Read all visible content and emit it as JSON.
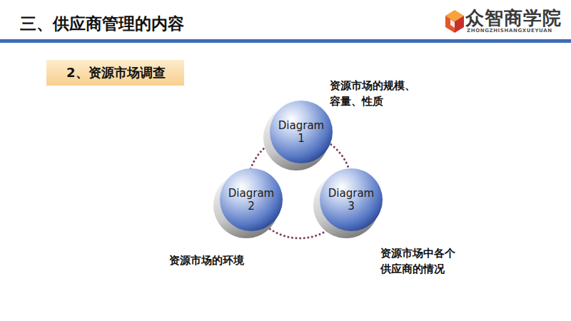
{
  "diagram": {
    "title": "三、供应商管理的内容",
    "nodes": [
      {
        "text": [
          "2、资源市场调查"
        ]
      },
      {
        "text": [
          "Diagram 1",
          "资源市场的规模、容量、性质"
        ]
      },
      {
        "text": [
          "Diagram 2",
          "资源市场的环境"
        ]
      },
      {
        "text": [
          "Diagram 3",
          "资源市场中各个供应商的情况"
        ]
      }
    ],
    "edges": [
      {
        "from": 1,
        "to": 3,
        "arrow": "none"
      },
      {
        "from": 3,
        "to": 2,
        "arrow": "none"
      },
      {
        "from": 2,
        "to": 1,
        "arrow": "none"
      }
    ],
    "labels": [
      "众智商学院",
      "ZHONGZHISHANGXUEYUAN"
    ]
  }
}
